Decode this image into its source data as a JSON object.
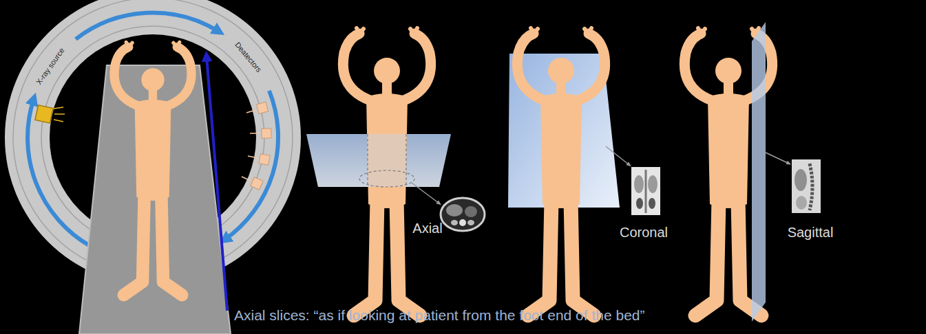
{
  "diagram": {
    "caption": "Axial slices: “as if looking at patient from the foot end of the bed”",
    "labels": [
      "X-ray source",
      "Deatectors",
      "Axial",
      "Coronal",
      "Sagittal"
    ]
  }
}
